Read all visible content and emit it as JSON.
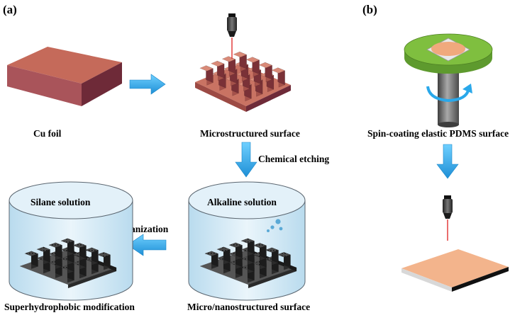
{
  "panels": {
    "a": "(a)",
    "b": "(b)"
  },
  "labels": {
    "cu_foil": "Cu foil",
    "microstructured": "Microstructured surface",
    "chemical_etching": "Chemical etching",
    "alkaline_solution": "Alkaline solution",
    "silane_solution": "Silane solution",
    "silanization": "Silanization",
    "micro_nano": "Micro/nanostructured surface",
    "superhydrophobic": "Superhydrophobic modification",
    "spin_coating": "Spin-coating elastic PDMS surface"
  },
  "colors": {
    "arrow": "#2aa8ea",
    "copper_top": "#c56a5a",
    "copper_side": "#6e2a38",
    "laser_beam": "#e03030",
    "spin_disk": "#7fbf3f",
    "pdms_pad": "#f3b48c",
    "cylinder_fill": "#cfe6f3",
    "dark_structure": "#3a3a3a"
  },
  "icons": {
    "laser": "laser-head-icon",
    "rotation": "rotation-arrow-icon",
    "bubbles": "bubbles-icon"
  }
}
